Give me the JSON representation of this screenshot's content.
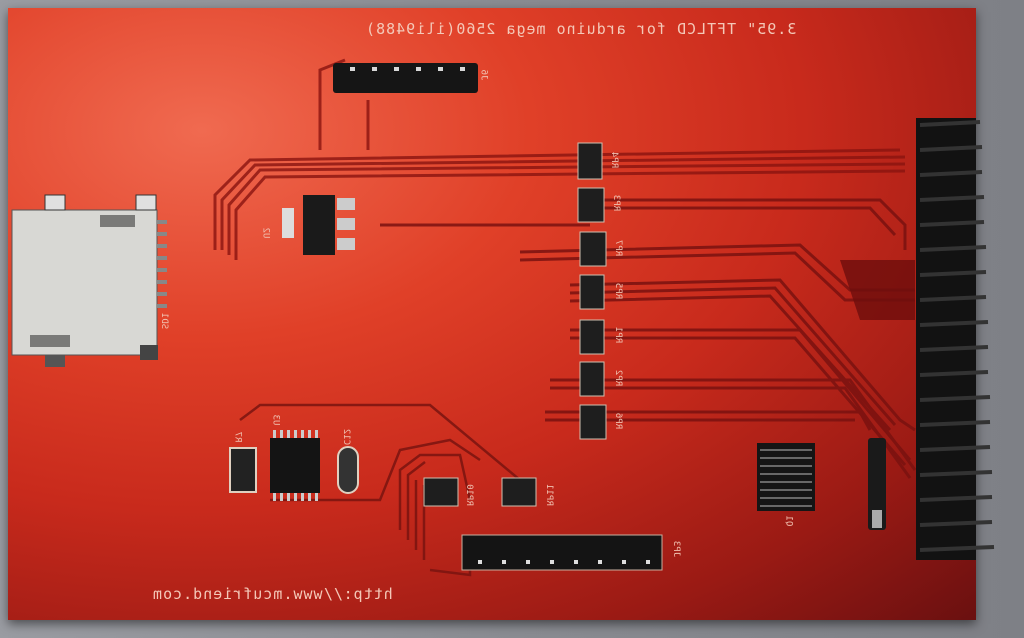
{
  "scene": {
    "subject": "Red PCB of a 3.95 inch TFT LCD shield, back side, photographed",
    "background_color": "#8d9096",
    "board_color": "#d83420"
  },
  "silkscreen": {
    "title": "3.95\"   TFTLCD  for arduino mega 2560(ili9488)",
    "url": "http://www.mcufriend.com",
    "labels": [
      "SD1",
      "U2",
      "U3",
      "R7",
      "C12",
      "RP4",
      "RP3",
      "RP7",
      "RP5",
      "RP1",
      "RP2",
      "RP6",
      "RP10",
      "RP11",
      "JP3",
      "Q1",
      "J6"
    ]
  },
  "components": {
    "resistor_packs": [
      "RP4",
      "RP3",
      "RP7",
      "RP5",
      "RP1",
      "RP2",
      "RP6"
    ],
    "bottom_resistor_packs": [
      "RP10",
      "RP11"
    ],
    "main_header_rows": 18,
    "top_header_pins": 6,
    "bottom_header_pins": 8
  }
}
